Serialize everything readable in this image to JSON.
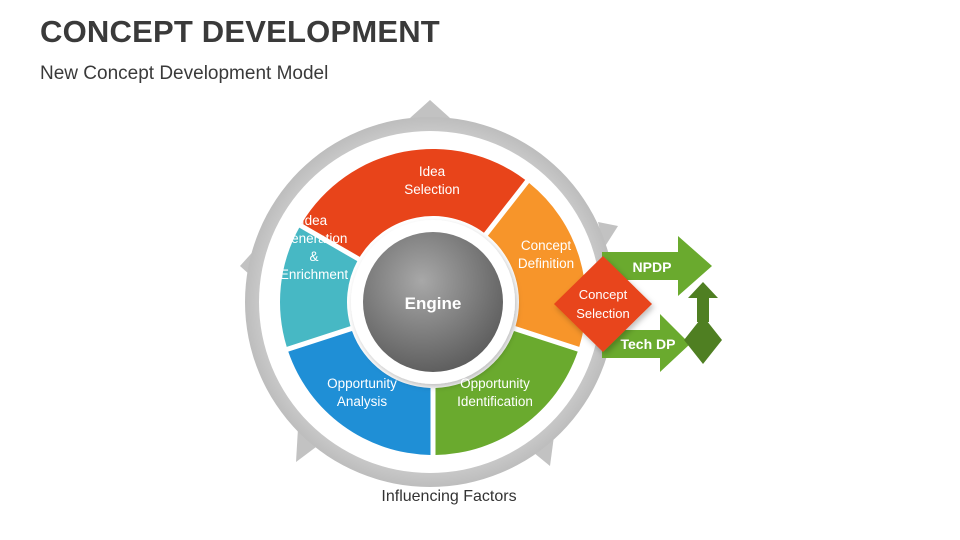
{
  "header": {
    "title": "CONCEPT DEVELOPMENT",
    "subtitle": "New Concept Development Model"
  },
  "diagram": {
    "center_label": "Engine",
    "segments": [
      {
        "id": "idea-selection",
        "lines": [
          "Idea",
          "Selection"
        ],
        "color": "#e8441a"
      },
      {
        "id": "concept-definition",
        "lines": [
          "Concept",
          "Definition"
        ],
        "color": "#f7952a"
      },
      {
        "id": "opportunity-identification",
        "lines": [
          "Opportunity",
          "Identification"
        ],
        "color": "#6aaa2e"
      },
      {
        "id": "opportunity-analysis",
        "lines": [
          "Opportunity",
          "Analysis"
        ],
        "color": "#1f8fd6"
      },
      {
        "id": "idea-generation",
        "lines": [
          "Idea",
          "Generation",
          "&",
          "Enrichment"
        ],
        "color": "#47b8c4"
      }
    ],
    "concept_selection": {
      "lines": [
        "Concept",
        "Selection"
      ],
      "color": "#e8441a"
    },
    "npdp_label": "NPDP",
    "techdp_label": "Tech DP",
    "arrow_color": "#6aaa2e",
    "arrow_dark_color": "#4f7f22",
    "ring_color": "#c9c9c9",
    "footer": "Influencing Factors"
  }
}
